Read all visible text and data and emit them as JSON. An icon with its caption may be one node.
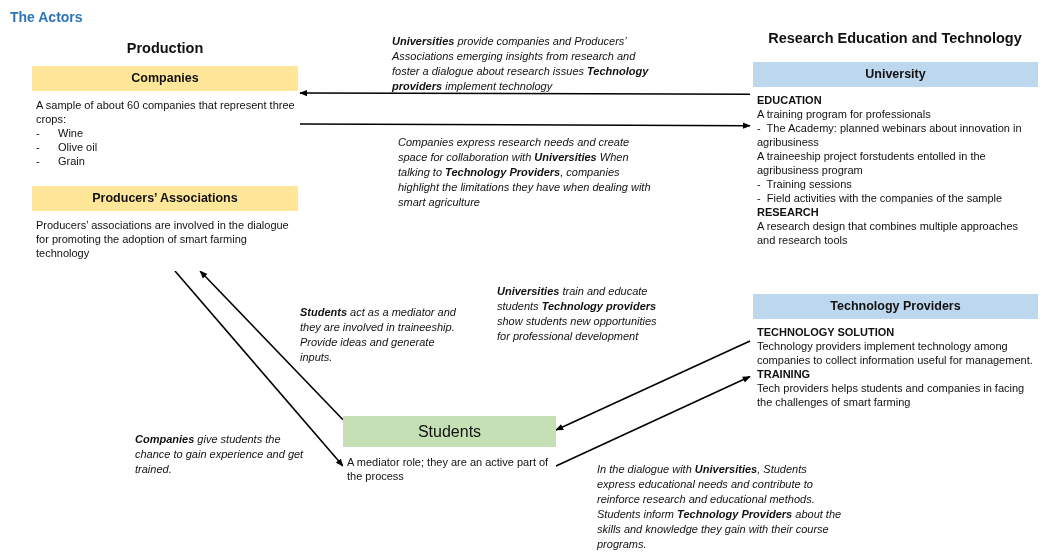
{
  "diagram": {
    "title": "The Actors",
    "nodes": [
      {
        "text": [
          "Production"
        ]
      },
      {
        "text": [
          "Companies",
          "A sample of about 60 companies that represent three crops:",
          "-      Wine",
          "-      Olive oil",
          "-      Grain"
        ],
        "in": 0
      },
      {
        "text": [
          "Producers’ Associations",
          "Producers’ associations are involved in the dialogue for promoting the adoption of smart farming technology"
        ],
        "in": 0
      },
      {
        "text": [
          "Research Education and Technology"
        ]
      },
      {
        "text": [
          "University",
          "**EDUCATION**",
          "A training program for professionals",
          "-  The Academy: planned webinars about innovation in agribusiness",
          "A traineeship project forstudents entolled in the agribusiness program",
          "-  Training sessions",
          "-  Field activities with the companies of the sample",
          "**RESEARCH**",
          "A research design that combines multiple approaches and research tools"
        ],
        "in": 3
      },
      {
        "text": [
          "Technology Providers",
          "**TECHNOLOGY SOLUTION**",
          "Technology providers implement technology among companies to collect information useful for management.",
          "**TRAINING**",
          "Tech providers helps students and companies in facing the challenges of smart farming"
        ],
        "in": 3
      },
      {
        "text": [
          "Students",
          "A mediator role; they are an active part of the process"
        ]
      }
    ],
    "edges": [
      {
        "from": 3,
        "to": 0,
        "arrow": "to",
        "label": "**Universities** provide companies and Producers’ Associations emerging insights from research and foster a dialogue about research issues **Technology providers** implement technology"
      },
      {
        "from": 0,
        "to": 3,
        "arrow": "to",
        "label": "Companies express research needs and create space for collaboration with **Universities** When talking to **Technology Providers**, companies highlight the limitations they have when dealing with smart agriculture"
      },
      {
        "from": 6,
        "to": 0,
        "arrow": "to",
        "label": "**Students** act as a mediator and they are involved in traineeship. Provide ideas and generate inputs."
      },
      {
        "from": 0,
        "to": 6,
        "arrow": "to",
        "label": "**Companies** give students the chance to gain experience and get trained."
      },
      {
        "from": 3,
        "to": 6,
        "arrow": "to",
        "label": "**Universities** train and educate students **Technology providers** show students new opportunities for professional development"
      },
      {
        "from": 6,
        "to": 3,
        "arrow": "to",
        "label": "In the dialogue with **Universities**, Students express educational needs and contribute to reinforce research and educational methods. Students inform **Technology Providers** about the skills and knowledge they gain with their course programs."
      }
    ]
  }
}
